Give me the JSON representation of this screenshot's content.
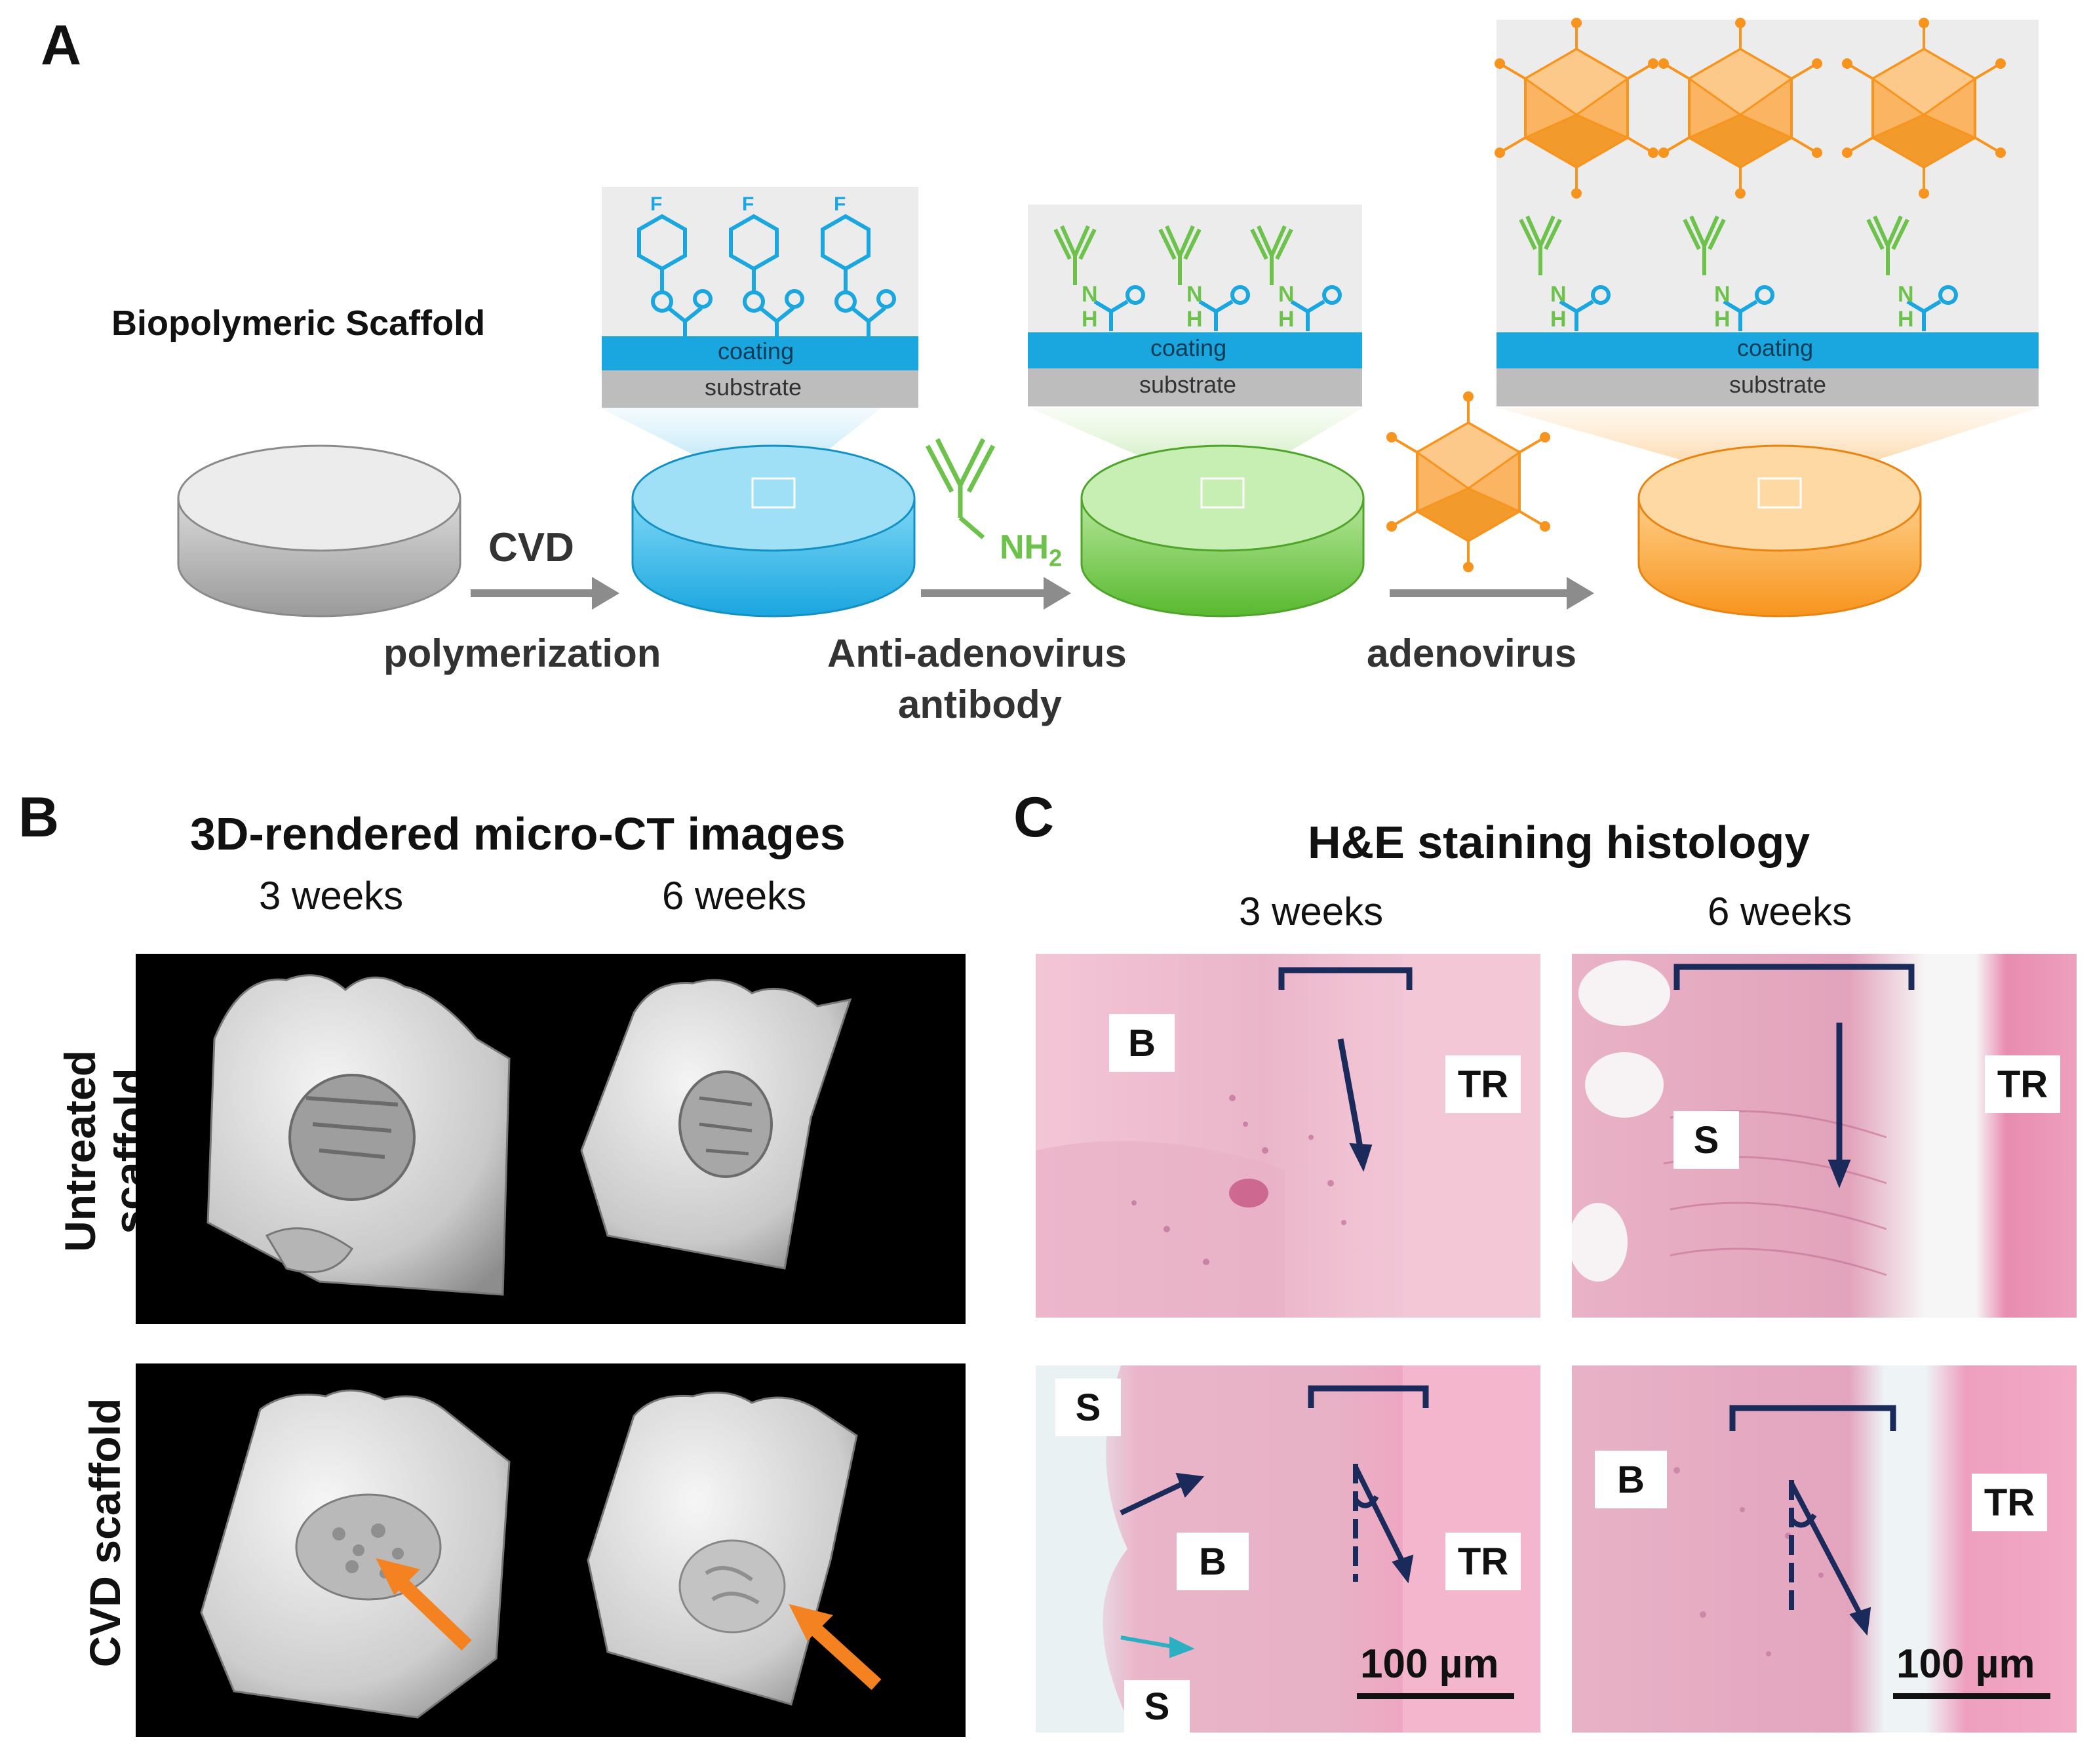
{
  "panelA": {
    "letter": "A",
    "scaffold_title": "Biopolymeric Scaffold",
    "step1_top": "CVD",
    "step1_bottom": "polymerization",
    "step2_reagent": "NH",
    "step2_sub": "2",
    "step2_line1": "Anti-adenovirus",
    "step2_line2": "antibody",
    "step3": "adenovirus",
    "coating": "coating",
    "substrate": "substrate",
    "fluorine": "F",
    "amine_n": "N",
    "amine_h": "H",
    "colors": {
      "blue": "#1ab0e0",
      "green": "#6cc24a",
      "orange": "#f7941d",
      "gray": "#bcbcbc"
    }
  },
  "panelB": {
    "letter": "B",
    "title": "3D-rendered micro-CT images",
    "col1": "3 weeks",
    "col2": "6 weeks",
    "row1": "Untreated scaffold",
    "row2": "CVD scaffold"
  },
  "panelC": {
    "letter": "C",
    "title": "H&E staining histology",
    "col1": "3 weeks",
    "col2": "6 weeks",
    "labels": {
      "B": "B",
      "S": "S",
      "TR": "TR"
    },
    "scale_bar": "100 µm"
  }
}
